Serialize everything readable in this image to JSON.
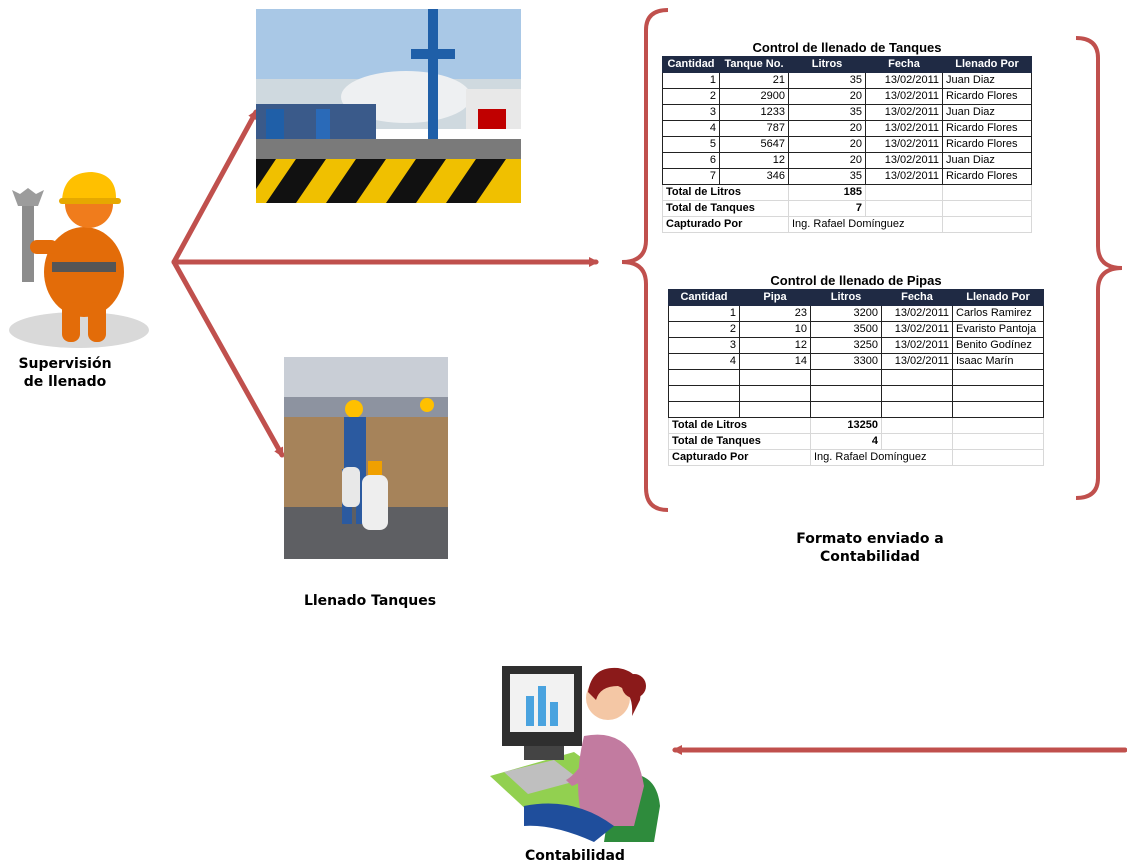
{
  "colors": {
    "arrow": "#c0504d",
    "bracket": "#c0504d",
    "table_header_bg": "#1f2a44"
  },
  "supervisor": {
    "icon": "worker-with-wrench-icon",
    "label_line1": "Supervisión",
    "label_line2": "de llenado"
  },
  "photo_top": {
    "description_icon": "gas-station-photo"
  },
  "photo_bottom": {
    "description_icon": "tank-filling-photo",
    "caption": "Llenado  Tanques"
  },
  "output_label": {
    "line1": "Formato enviado a",
    "line2": "Contabilidad"
  },
  "accounting": {
    "icon": "woman-at-computer-icon",
    "label": "Contabilidad"
  },
  "table_tanques": {
    "title": "Control de llenado de Tanques",
    "headers": [
      "Cantidad",
      "Tanque No.",
      "Litros",
      "Fecha",
      "Llenado Por"
    ],
    "rows": [
      [
        "1",
        "21",
        "35",
        "13/02/2011",
        "Juan Diaz"
      ],
      [
        "2",
        "2900",
        "20",
        "13/02/2011",
        "Ricardo Flores"
      ],
      [
        "3",
        "1233",
        "35",
        "13/02/2011",
        "Juan Diaz"
      ],
      [
        "4",
        "787",
        "20",
        "13/02/2011",
        "Ricardo Flores"
      ],
      [
        "5",
        "5647",
        "20",
        "13/02/2011",
        "Ricardo Flores"
      ],
      [
        "6",
        "12",
        "20",
        "13/02/2011",
        "Juan Diaz"
      ],
      [
        "7",
        "346",
        "35",
        "13/02/2011",
        "Ricardo Flores"
      ]
    ],
    "total_litros_label": "Total de Litros",
    "total_litros": "185",
    "total_tanques_label": "Total de Tanques",
    "total_tanques": "7",
    "capturado_label": "Capturado Por",
    "capturado": "Ing. Rafael Domínguez"
  },
  "table_pipas": {
    "title": "Control de llenado de Pipas",
    "headers": [
      "Cantidad",
      "Pipa",
      "Litros",
      "Fecha",
      "Llenado Por"
    ],
    "rows": [
      [
        "1",
        "23",
        "3200",
        "13/02/2011",
        "Carlos Ramirez"
      ],
      [
        "2",
        "10",
        "3500",
        "13/02/2011",
        "Evaristo Pantoja"
      ],
      [
        "3",
        "12",
        "3250",
        "13/02/2011",
        "Benito Godínez"
      ],
      [
        "4",
        "14",
        "3300",
        "13/02/2011",
        "Isaac Marín"
      ],
      [
        "",
        "",
        "",
        "",
        ""
      ],
      [
        "",
        "",
        "",
        "",
        ""
      ],
      [
        "",
        "",
        "",
        "",
        ""
      ]
    ],
    "total_litros_label": "Total de Litros",
    "total_litros": "13250",
    "total_tanques_label": "Total de Tanques",
    "total_tanques": "4",
    "capturado_label": "Capturado Por",
    "capturado": "Ing. Rafael Domínguez"
  }
}
